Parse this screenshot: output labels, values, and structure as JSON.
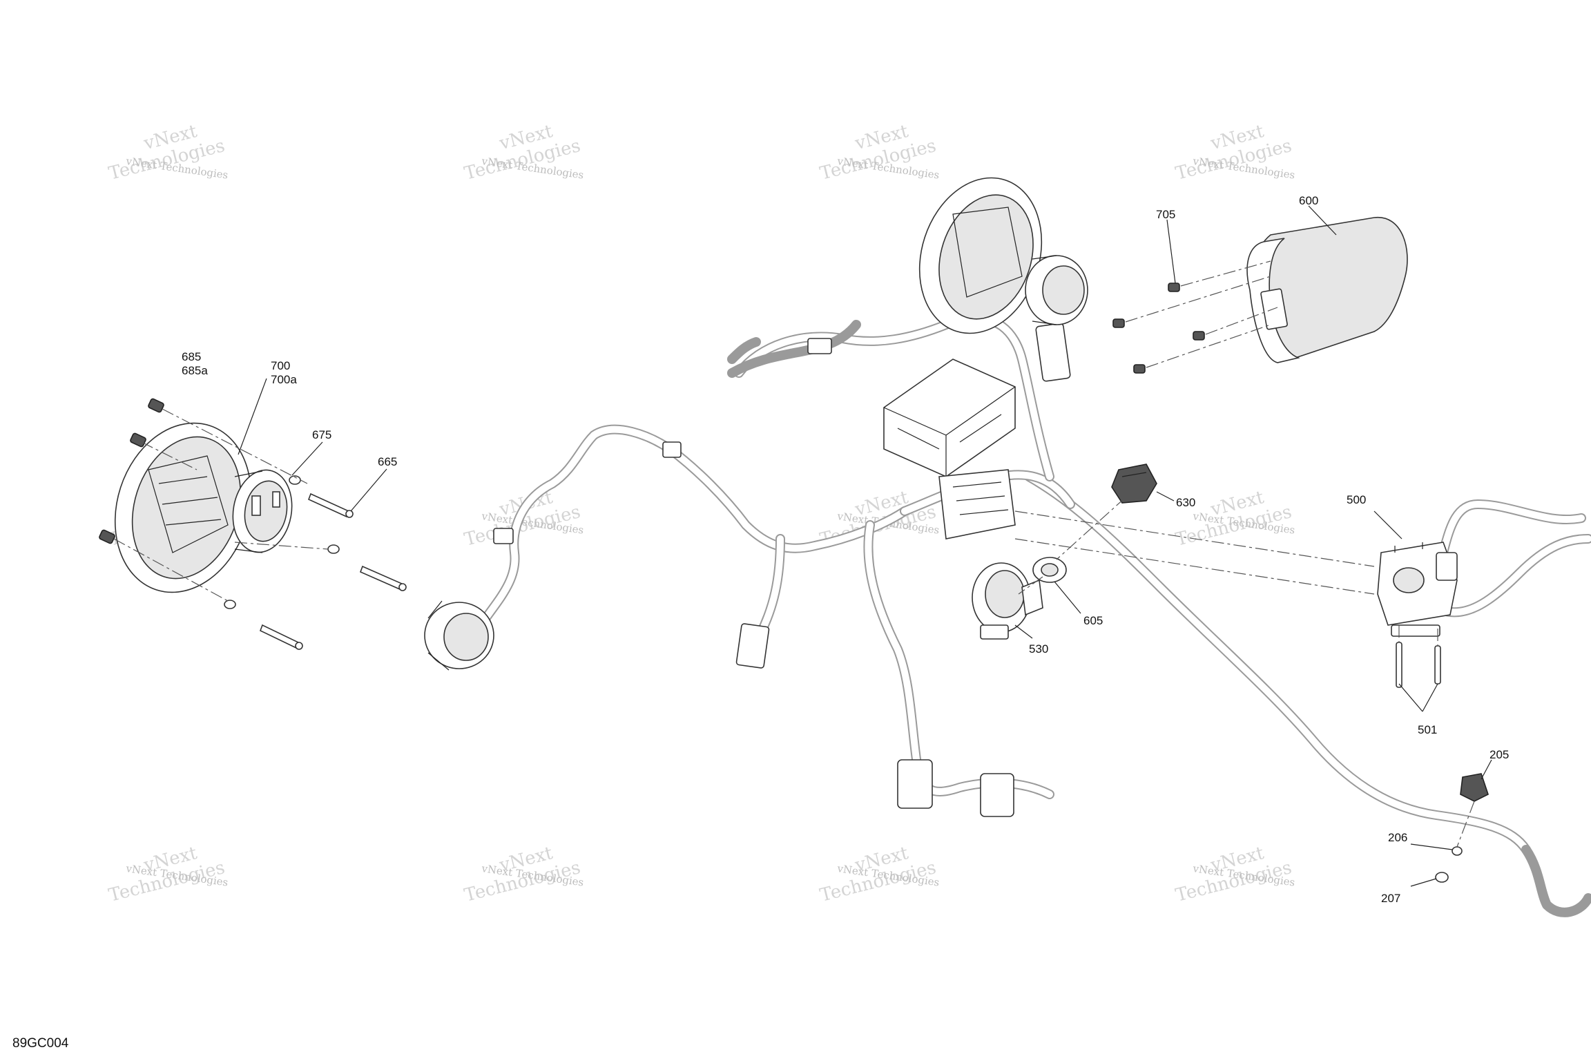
{
  "figure_code": "89GC004",
  "watermark": {
    "line1": "vNext Technologies",
    "line2": "vNext",
    "line3": "Technologies"
  },
  "labels": {
    "l685": "685",
    "l685a": "685a",
    "l700": "700",
    "l700a": "700a",
    "l675": "675",
    "l665": "665",
    "l705": "705",
    "l600": "600",
    "l630": "630",
    "l500": "500",
    "l605": "605",
    "l530": "530",
    "l501": "501",
    "l205": "205",
    "l206": "206",
    "l207": "207"
  }
}
